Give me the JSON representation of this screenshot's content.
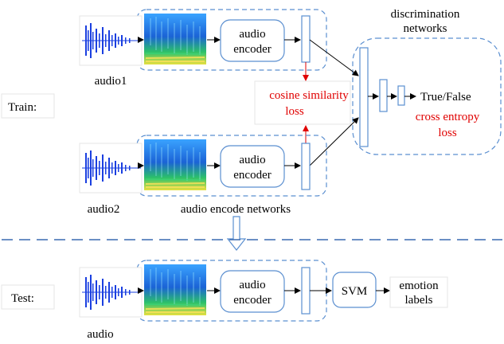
{
  "labels": {
    "train": "Train:",
    "test": "Test:",
    "audio1": "audio1",
    "audio2": "audio2",
    "audio": "audio",
    "encoder_line1": "audio",
    "encoder_line2": "encoder",
    "discrimination_line1": "discrimination",
    "discrimination_line2": "networks",
    "cosine_line1": "cosine similarity",
    "cosine_line2": "loss",
    "true_false": "True/False",
    "cross_line1": "cross entropy",
    "cross_line2": "loss",
    "encode_networks": "audio encode networks",
    "svm": "SVM",
    "emotion_line1": "emotion",
    "emotion_line2": "labels"
  },
  "colors": {
    "waveform": "#1a3fe0",
    "dashed_frame": "#5b8fd0",
    "loss_text": "#e00000",
    "spectrogram_bg": "#2a5ed8"
  },
  "icons": [
    "waveform-icon",
    "spectrogram-icon"
  ]
}
